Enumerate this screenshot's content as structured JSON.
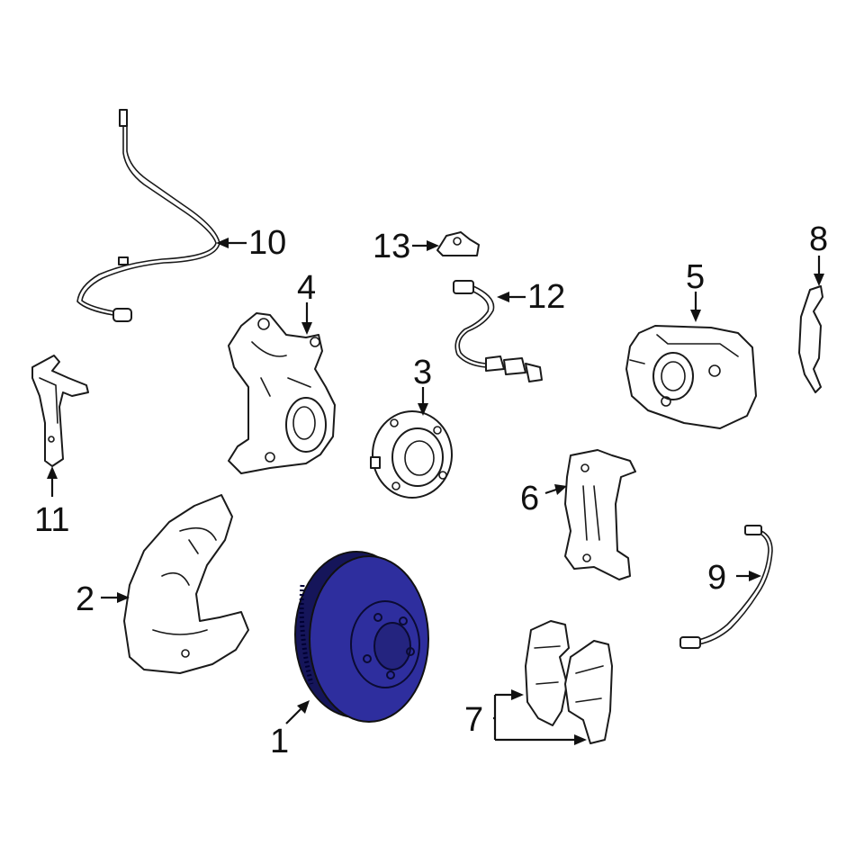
{
  "callouts": {
    "c1": "1",
    "c2": "2",
    "c3": "3",
    "c4": "4",
    "c5": "5",
    "c6": "6",
    "c7": "7",
    "c8": "8",
    "c9": "9",
    "c10": "10",
    "c11": "11",
    "c12": "12",
    "c13": "13"
  },
  "colors": {
    "highlight_fill": "#2e2e9e",
    "highlight_dark": "#15155a",
    "line": "#1a1a1a"
  },
  "highlighted_part": "1"
}
